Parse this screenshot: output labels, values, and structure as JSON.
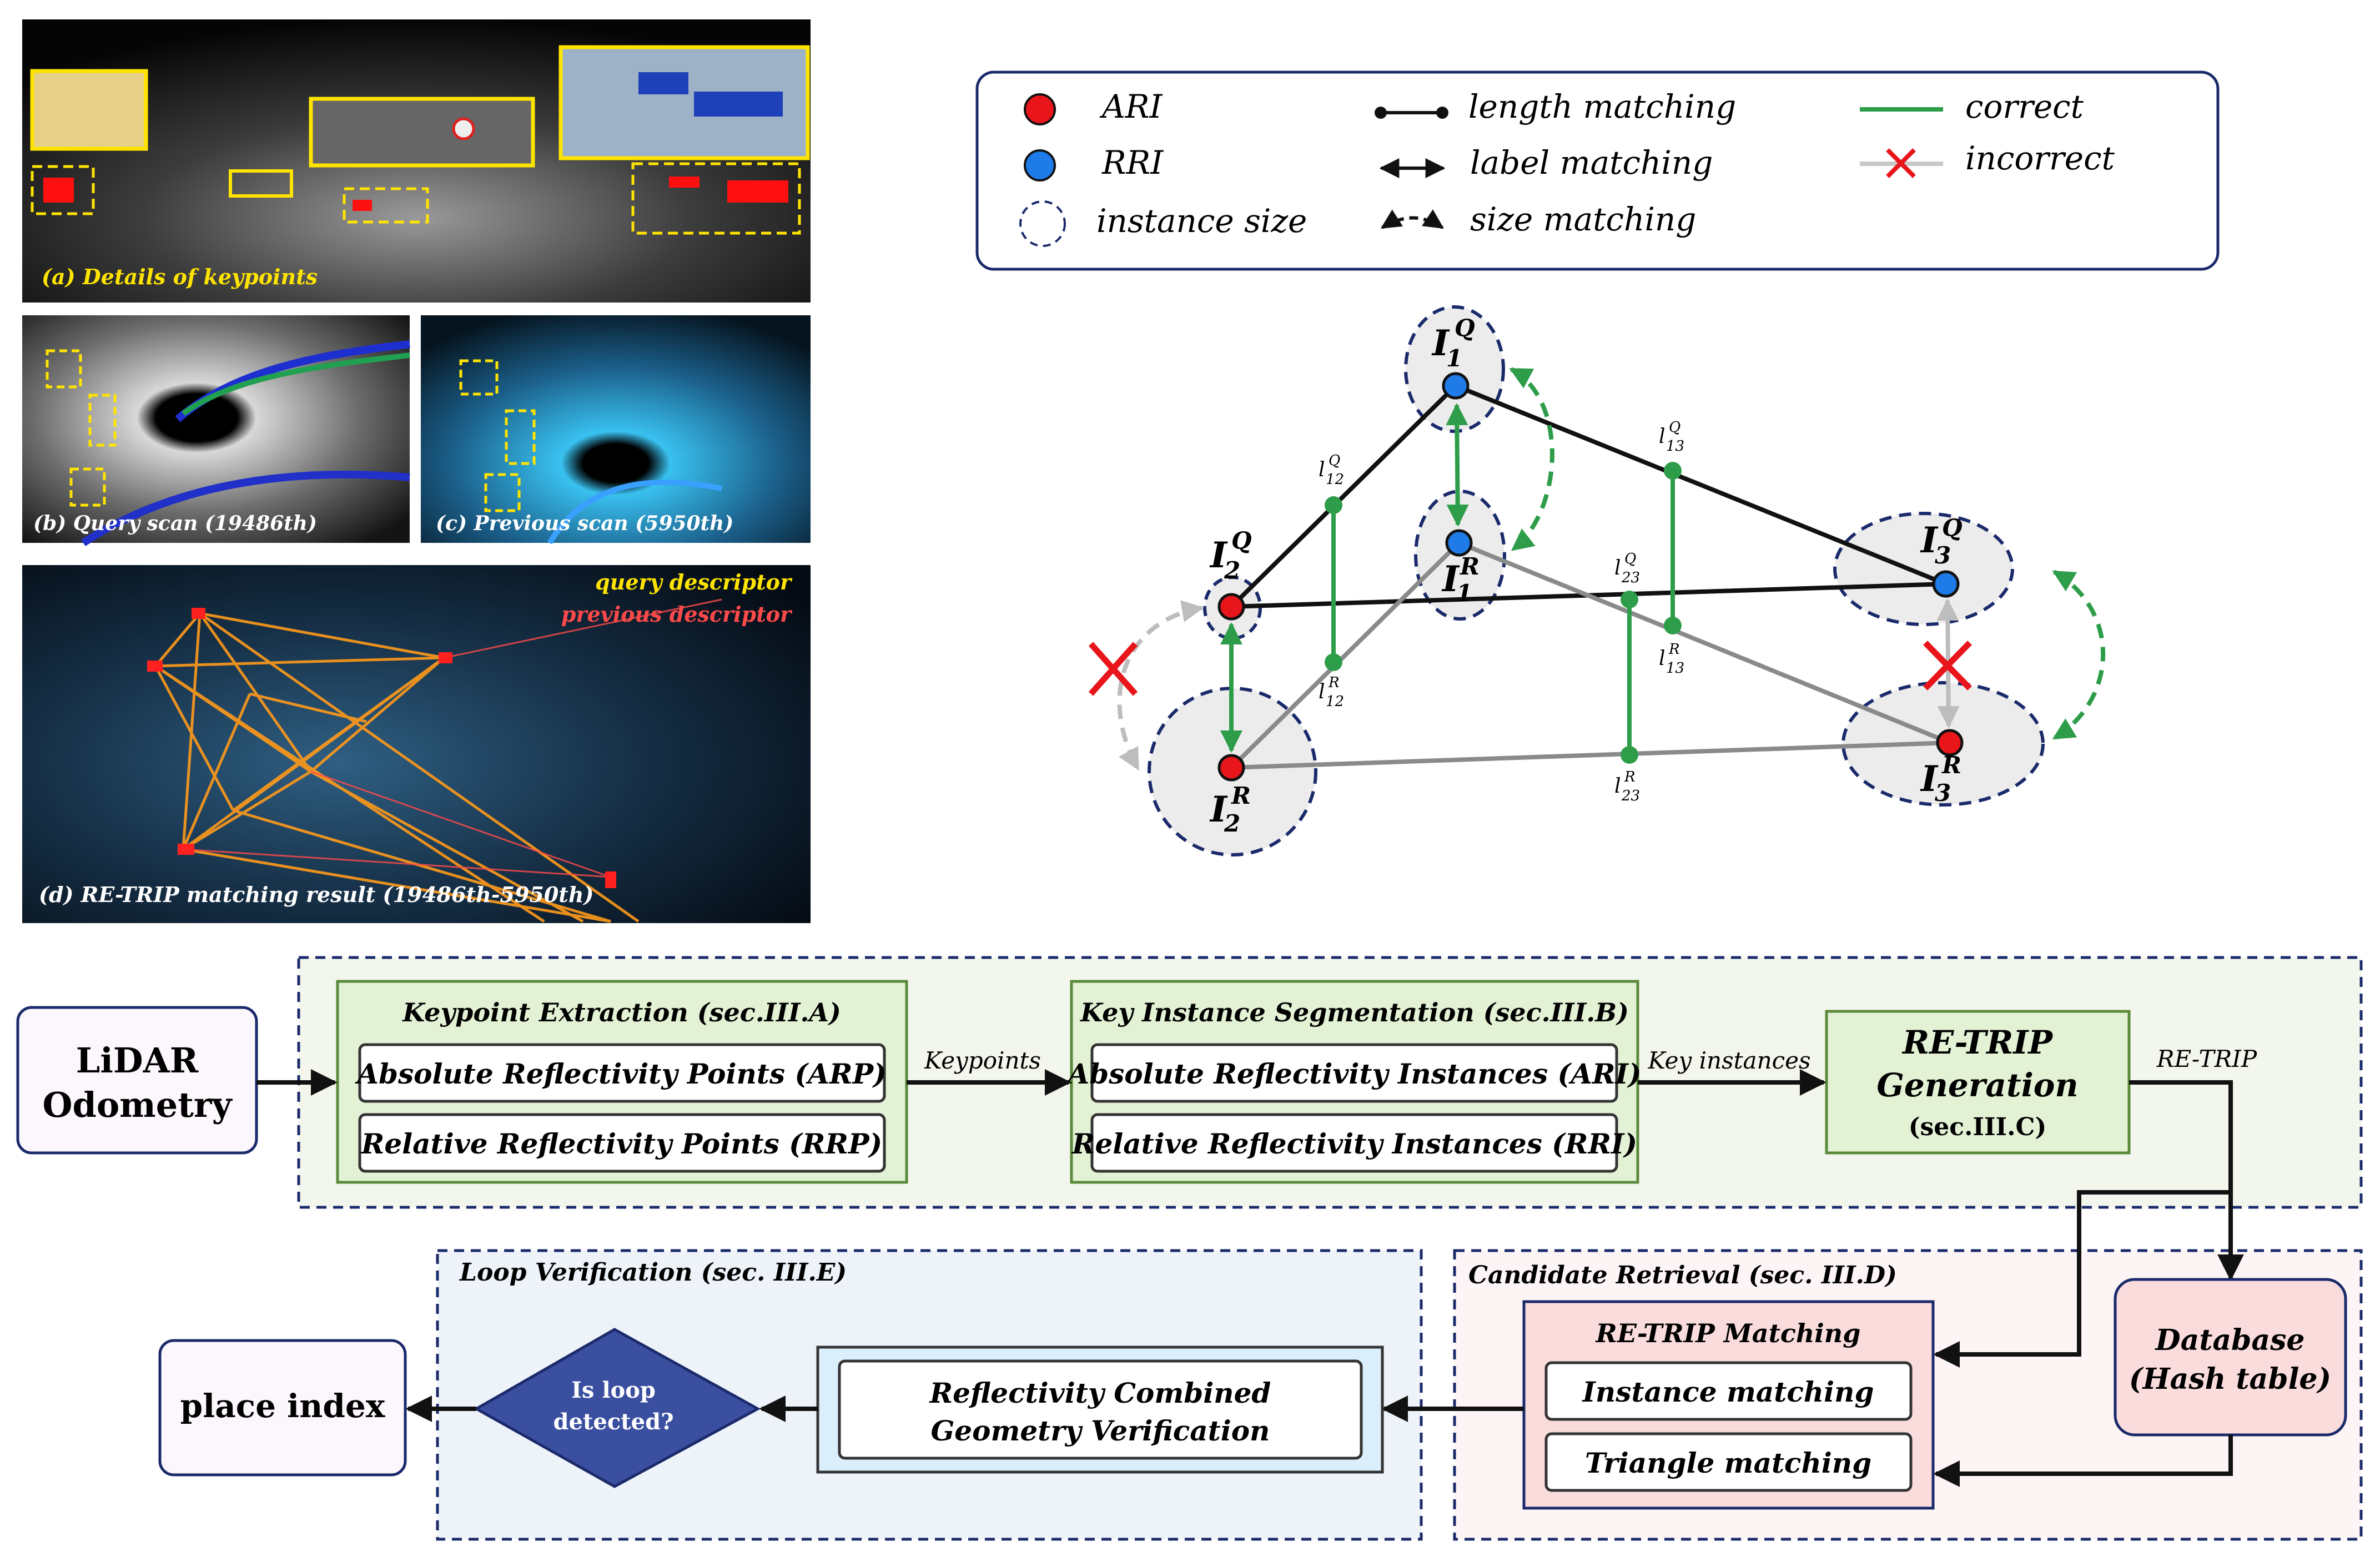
{
  "photos": {
    "a": {
      "caption": "(a) Details of keypoints"
    },
    "b": {
      "caption": "(b) Query scan (19486th)"
    },
    "c": {
      "caption": "(c) Previous scan (5950th)"
    },
    "d": {
      "caption": "(d) RE-TRIP matching result (19486th-5950th)",
      "legend_query": "query descriptor",
      "legend_previous": "previous descriptor"
    }
  },
  "legend": {
    "ari": "ARI",
    "rri": "RRI",
    "instance_size": "instance size",
    "length_matching": "length matching",
    "label_matching": "label matching",
    "size_matching": "size matching",
    "correct": "correct",
    "incorrect": "incorrect"
  },
  "colors": {
    "ari_red": "#e8151b",
    "rri_blue": "#1f7be8",
    "correct_green": "#2e9d4a",
    "dash_navy": "#1b2a6b",
    "green_fill": "#e3f1d5",
    "green_border": "#77a84f",
    "pink_fill": "#fadcdc",
    "blue_fill": "#dbeefb"
  },
  "flow": {
    "lidar": {
      "line1": "LiDAR",
      "line2": "Odometry"
    },
    "keypoint": {
      "title": "Keypoint Extraction (sec.III.A)",
      "arp": "Absolute Reflectivity Points (ARP)",
      "rrp": "Relative Reflectivity Points (RRP)"
    },
    "keypoints_label": "Keypoints",
    "segmentation": {
      "title": "Key Instance Segmentation (sec.III.B)",
      "ari": "Absolute Reflectivity Instances (ARI)",
      "rri": "Relative Reflectivity Instances (RRI)"
    },
    "key_instances_label": "Key instances",
    "generation": {
      "line1": "RE-TRIP",
      "line2": "Generation",
      "line3": "(sec.III.C)"
    },
    "retrip_label": "RE-TRIP",
    "candidate": {
      "title": "Candidate Retrieval (sec. III.D)",
      "matching_title": "RE-TRIP Matching",
      "instance": "Instance matching",
      "triangle": "Triangle matching"
    },
    "database": {
      "line1": "Database",
      "line2": "(Hash table)"
    },
    "verification": {
      "title": "Loop Verification (sec. III.E)",
      "box_line1": "Reflectivity Combined",
      "box_line2": "Geometry Verification",
      "decision_line1": "Is loop",
      "decision_line2": "detected?"
    },
    "place_index": "place index"
  }
}
